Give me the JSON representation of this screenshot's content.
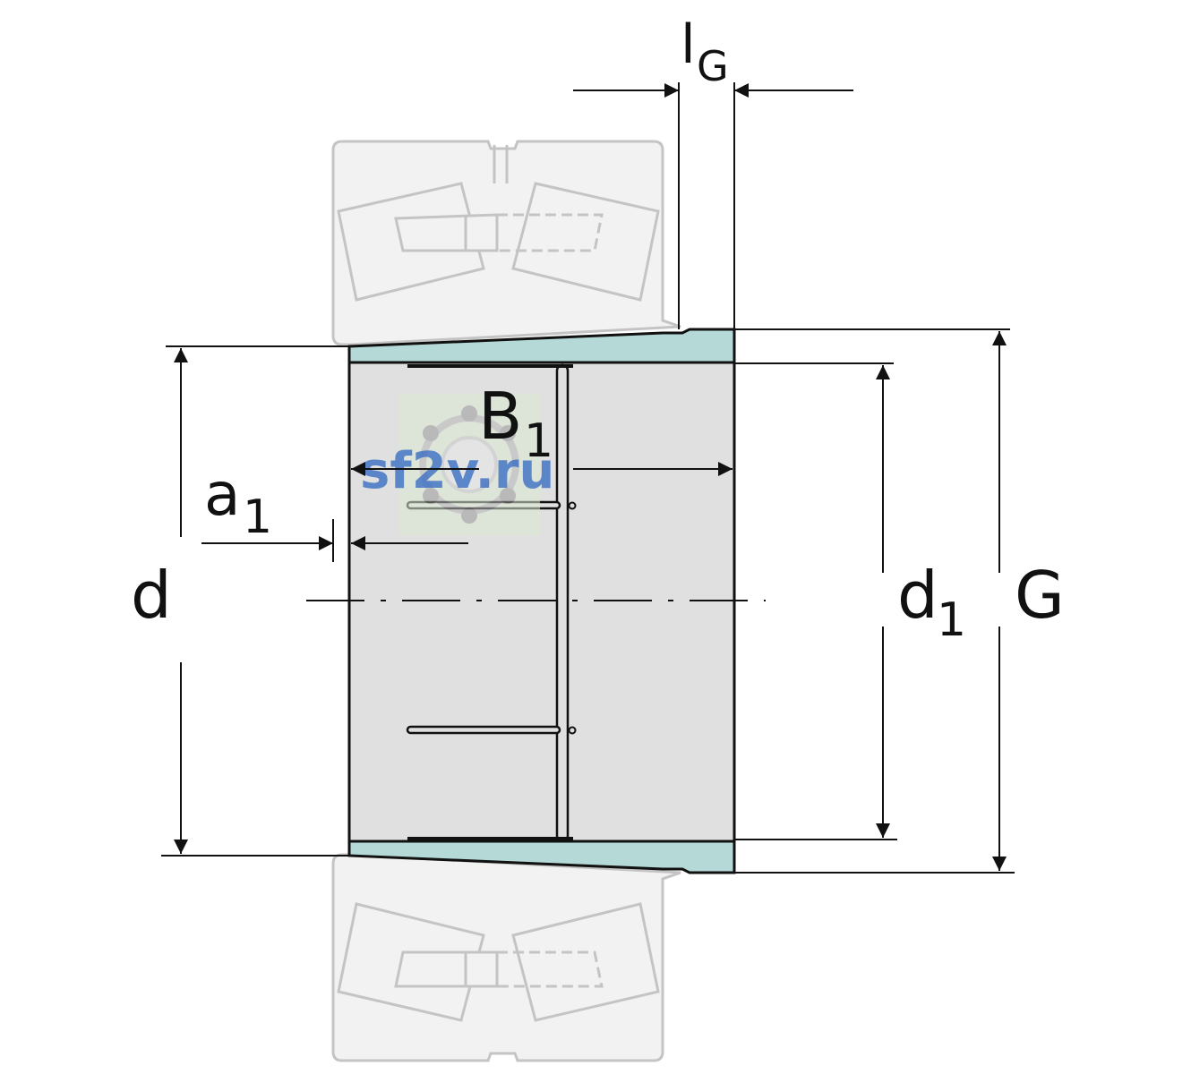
{
  "labels": {
    "lG_main": "l",
    "lG_sub": "G",
    "B1_main": "B",
    "B1_sub": "1",
    "a1_main": "a",
    "a1_sub": "1",
    "d": "d",
    "d1_main": "d",
    "d1_sub": "1",
    "G": "G"
  },
  "watermark": {
    "text": "sf2v.ru",
    "color": "#3b6fc4"
  },
  "colors": {
    "bearing_fill": "#f2f2f2",
    "bearing_stroke": "#c4c4c4",
    "sleeve_fill": "#b4d9d6",
    "bore_fill": "#e0e0e0",
    "line": "#111111"
  }
}
